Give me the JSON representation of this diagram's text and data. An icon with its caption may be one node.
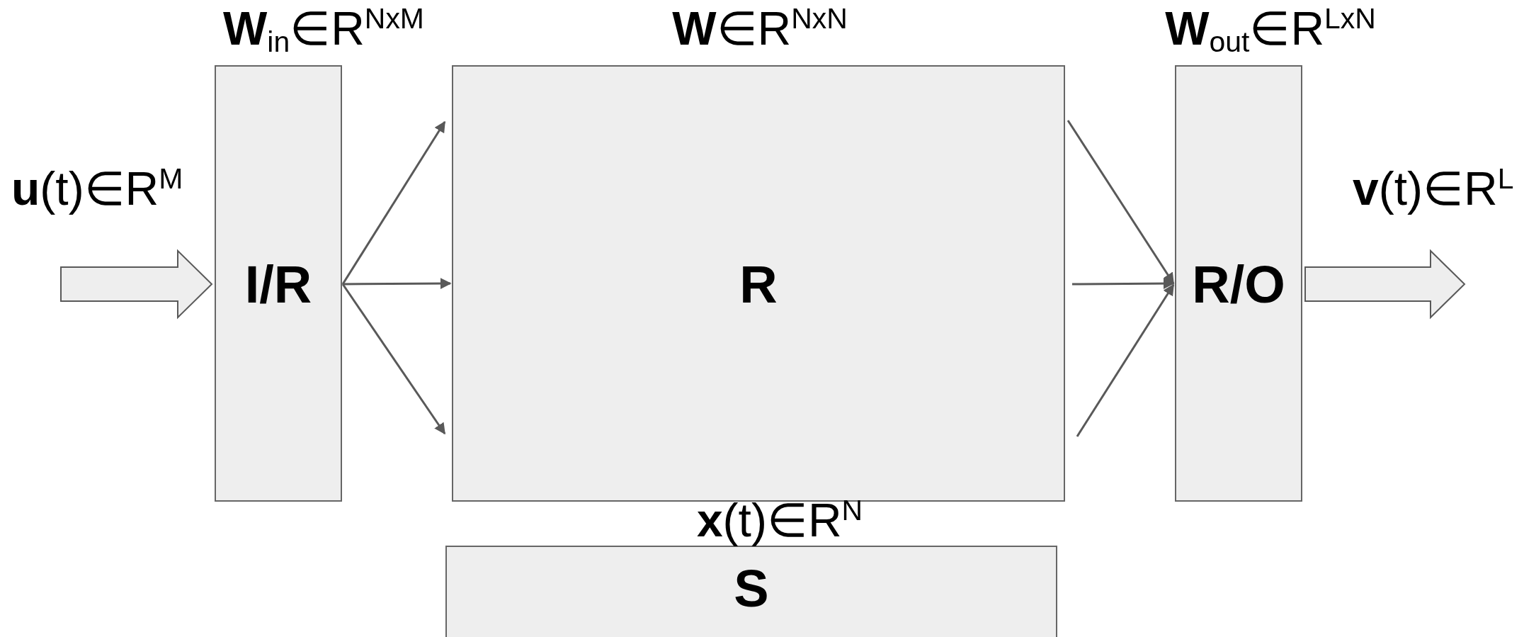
{
  "diagram": {
    "nodes": [
      {
        "text": [
          "I/R"
        ],
        "beside": [
          "**W**$_{in}$∈R$^{NxM}$"
        ]
      },
      {
        "text": [
          "R"
        ],
        "beside": [
          "**W**∈R$^{NxN}$"
        ]
      },
      {
        "text": [
          "R/O"
        ],
        "beside": [
          "**W**$_{out}$∈R$^{LxN}$"
        ]
      },
      {
        "text": [
          "S"
        ],
        "beside": [
          "**x**(t)∈R$^{N}$"
        ]
      }
    ],
    "edges": [
      {
        "from": 0,
        "to": 1,
        "arrow": "to"
      },
      {
        "from": 0,
        "to": 1,
        "arrow": "to"
      },
      {
        "from": 0,
        "to": 1,
        "arrow": "to"
      },
      {
        "from": 1,
        "to": 2,
        "arrow": "to"
      },
      {
        "from": 1,
        "to": 2,
        "arrow": "to"
      },
      {
        "from": 1,
        "to": 2,
        "arrow": "to"
      },
      {
        "from": null,
        "to": 0,
        "arrow": "to",
        "style": "thick"
      },
      {
        "from": 2,
        "to": null,
        "arrow": "to",
        "style": "thick"
      }
    ],
    "labels": [
      "**u**(t)∈R$^{M}$",
      "**v**(t)∈R$^{L}$"
    ]
  }
}
